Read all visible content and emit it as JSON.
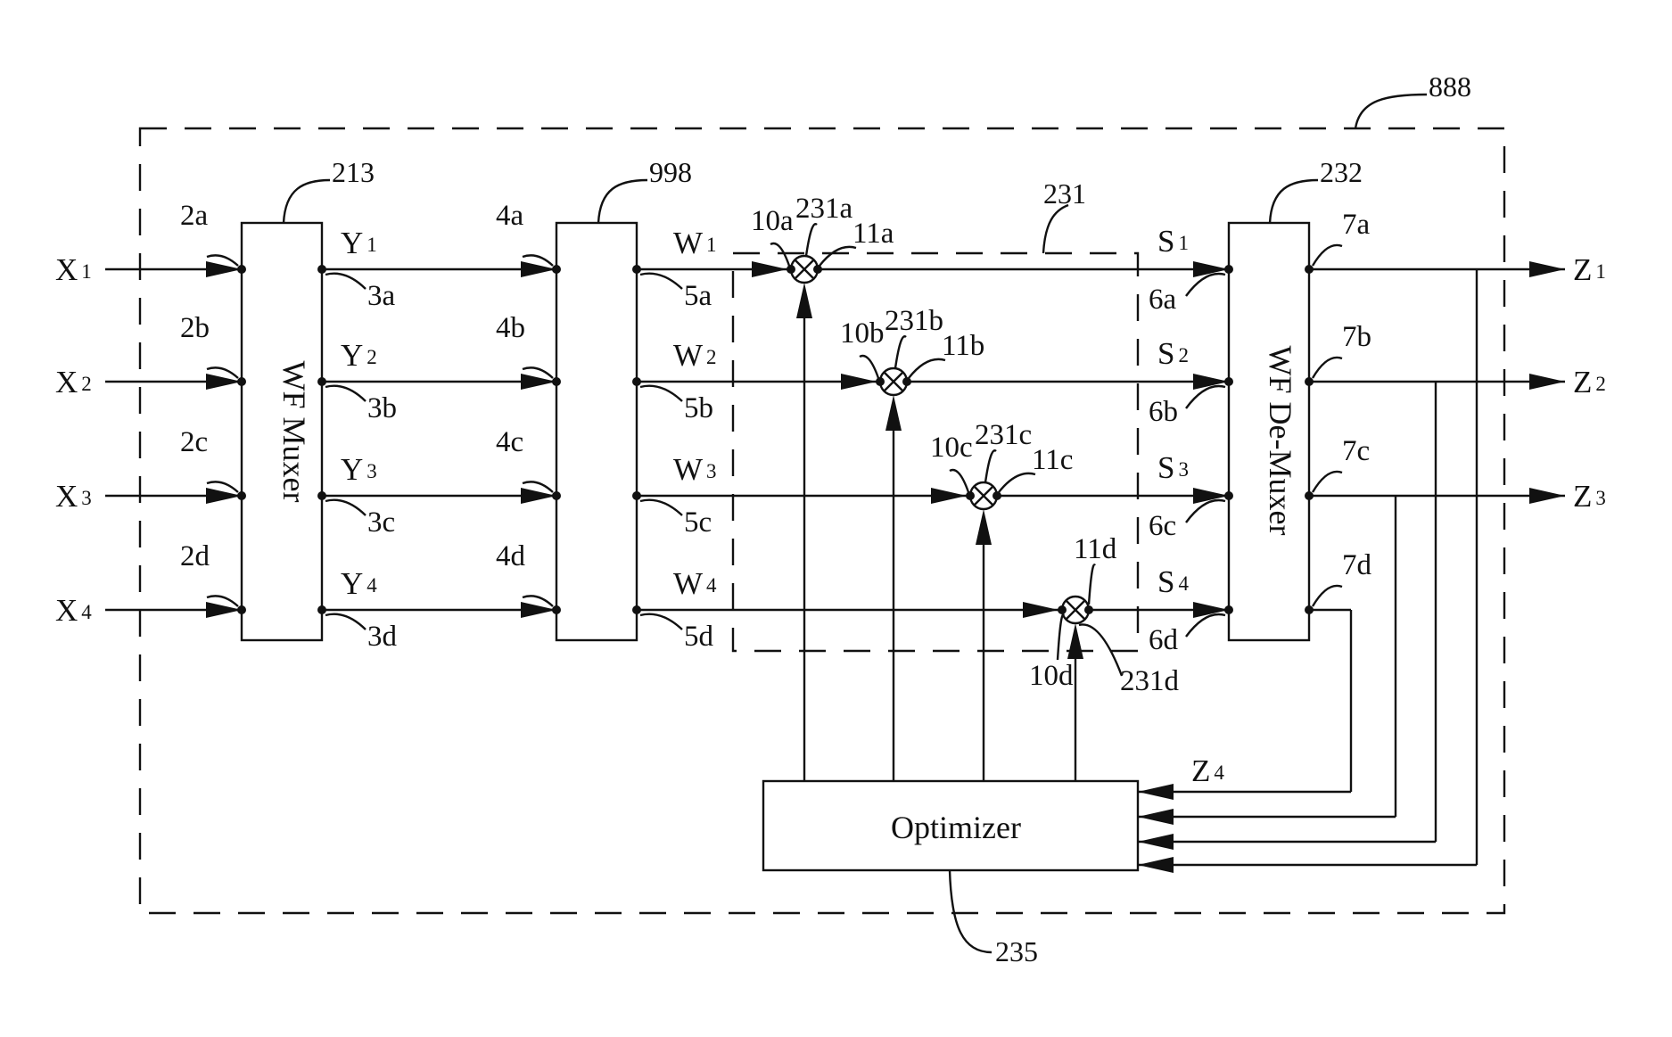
{
  "references": {
    "system": "888",
    "muxer": "213",
    "middle_block": "998",
    "mixer_group": "231",
    "demuxer": "232",
    "optimizer": "235"
  },
  "blocks": {
    "muxer_label": "WF Muxer",
    "demuxer_label": "WF De-Muxer",
    "optimizer_label": "Optimizer"
  },
  "inputs": [
    {
      "letter": "X",
      "sub": "1",
      "port": "2a"
    },
    {
      "letter": "X",
      "sub": "2",
      "port": "2b"
    },
    {
      "letter": "X",
      "sub": "3",
      "port": "2c"
    },
    {
      "letter": "X",
      "sub": "4",
      "port": "2d"
    }
  ],
  "muxer_outputs": [
    {
      "letter": "Y",
      "sub": "1",
      "port": "3a"
    },
    {
      "letter": "Y",
      "sub": "2",
      "port": "3b"
    },
    {
      "letter": "Y",
      "sub": "3",
      "port": "3c"
    },
    {
      "letter": "Y",
      "sub": "4",
      "port": "3d"
    }
  ],
  "middle_inputs": [
    "4a",
    "4b",
    "4c",
    "4d"
  ],
  "middle_outputs": [
    {
      "letter": "W",
      "sub": "1",
      "port": "5a"
    },
    {
      "letter": "W",
      "sub": "2",
      "port": "5b"
    },
    {
      "letter": "W",
      "sub": "3",
      "port": "5c"
    },
    {
      "letter": "W",
      "sub": "4",
      "port": "5d"
    }
  ],
  "mixers": [
    {
      "id": "231a",
      "in": "10a",
      "out": "11a"
    },
    {
      "id": "231b",
      "in": "10b",
      "out": "11b"
    },
    {
      "id": "231c",
      "in": "10c",
      "out": "11c"
    },
    {
      "id": "231d",
      "in": "10d",
      "out": "11d"
    }
  ],
  "demuxer_inputs": [
    {
      "letter": "S",
      "sub": "1",
      "port": "6a"
    },
    {
      "letter": "S",
      "sub": "2",
      "port": "6b"
    },
    {
      "letter": "S",
      "sub": "3",
      "port": "6c"
    },
    {
      "letter": "S",
      "sub": "4",
      "port": "6d"
    }
  ],
  "demuxer_outputs": [
    "7a",
    "7b",
    "7c",
    "7d"
  ],
  "outputs": [
    {
      "letter": "Z",
      "sub": "1"
    },
    {
      "letter": "Z",
      "sub": "2"
    },
    {
      "letter": "Z",
      "sub": "3"
    }
  ],
  "feedback": {
    "letter": "Z",
    "sub": "4"
  }
}
